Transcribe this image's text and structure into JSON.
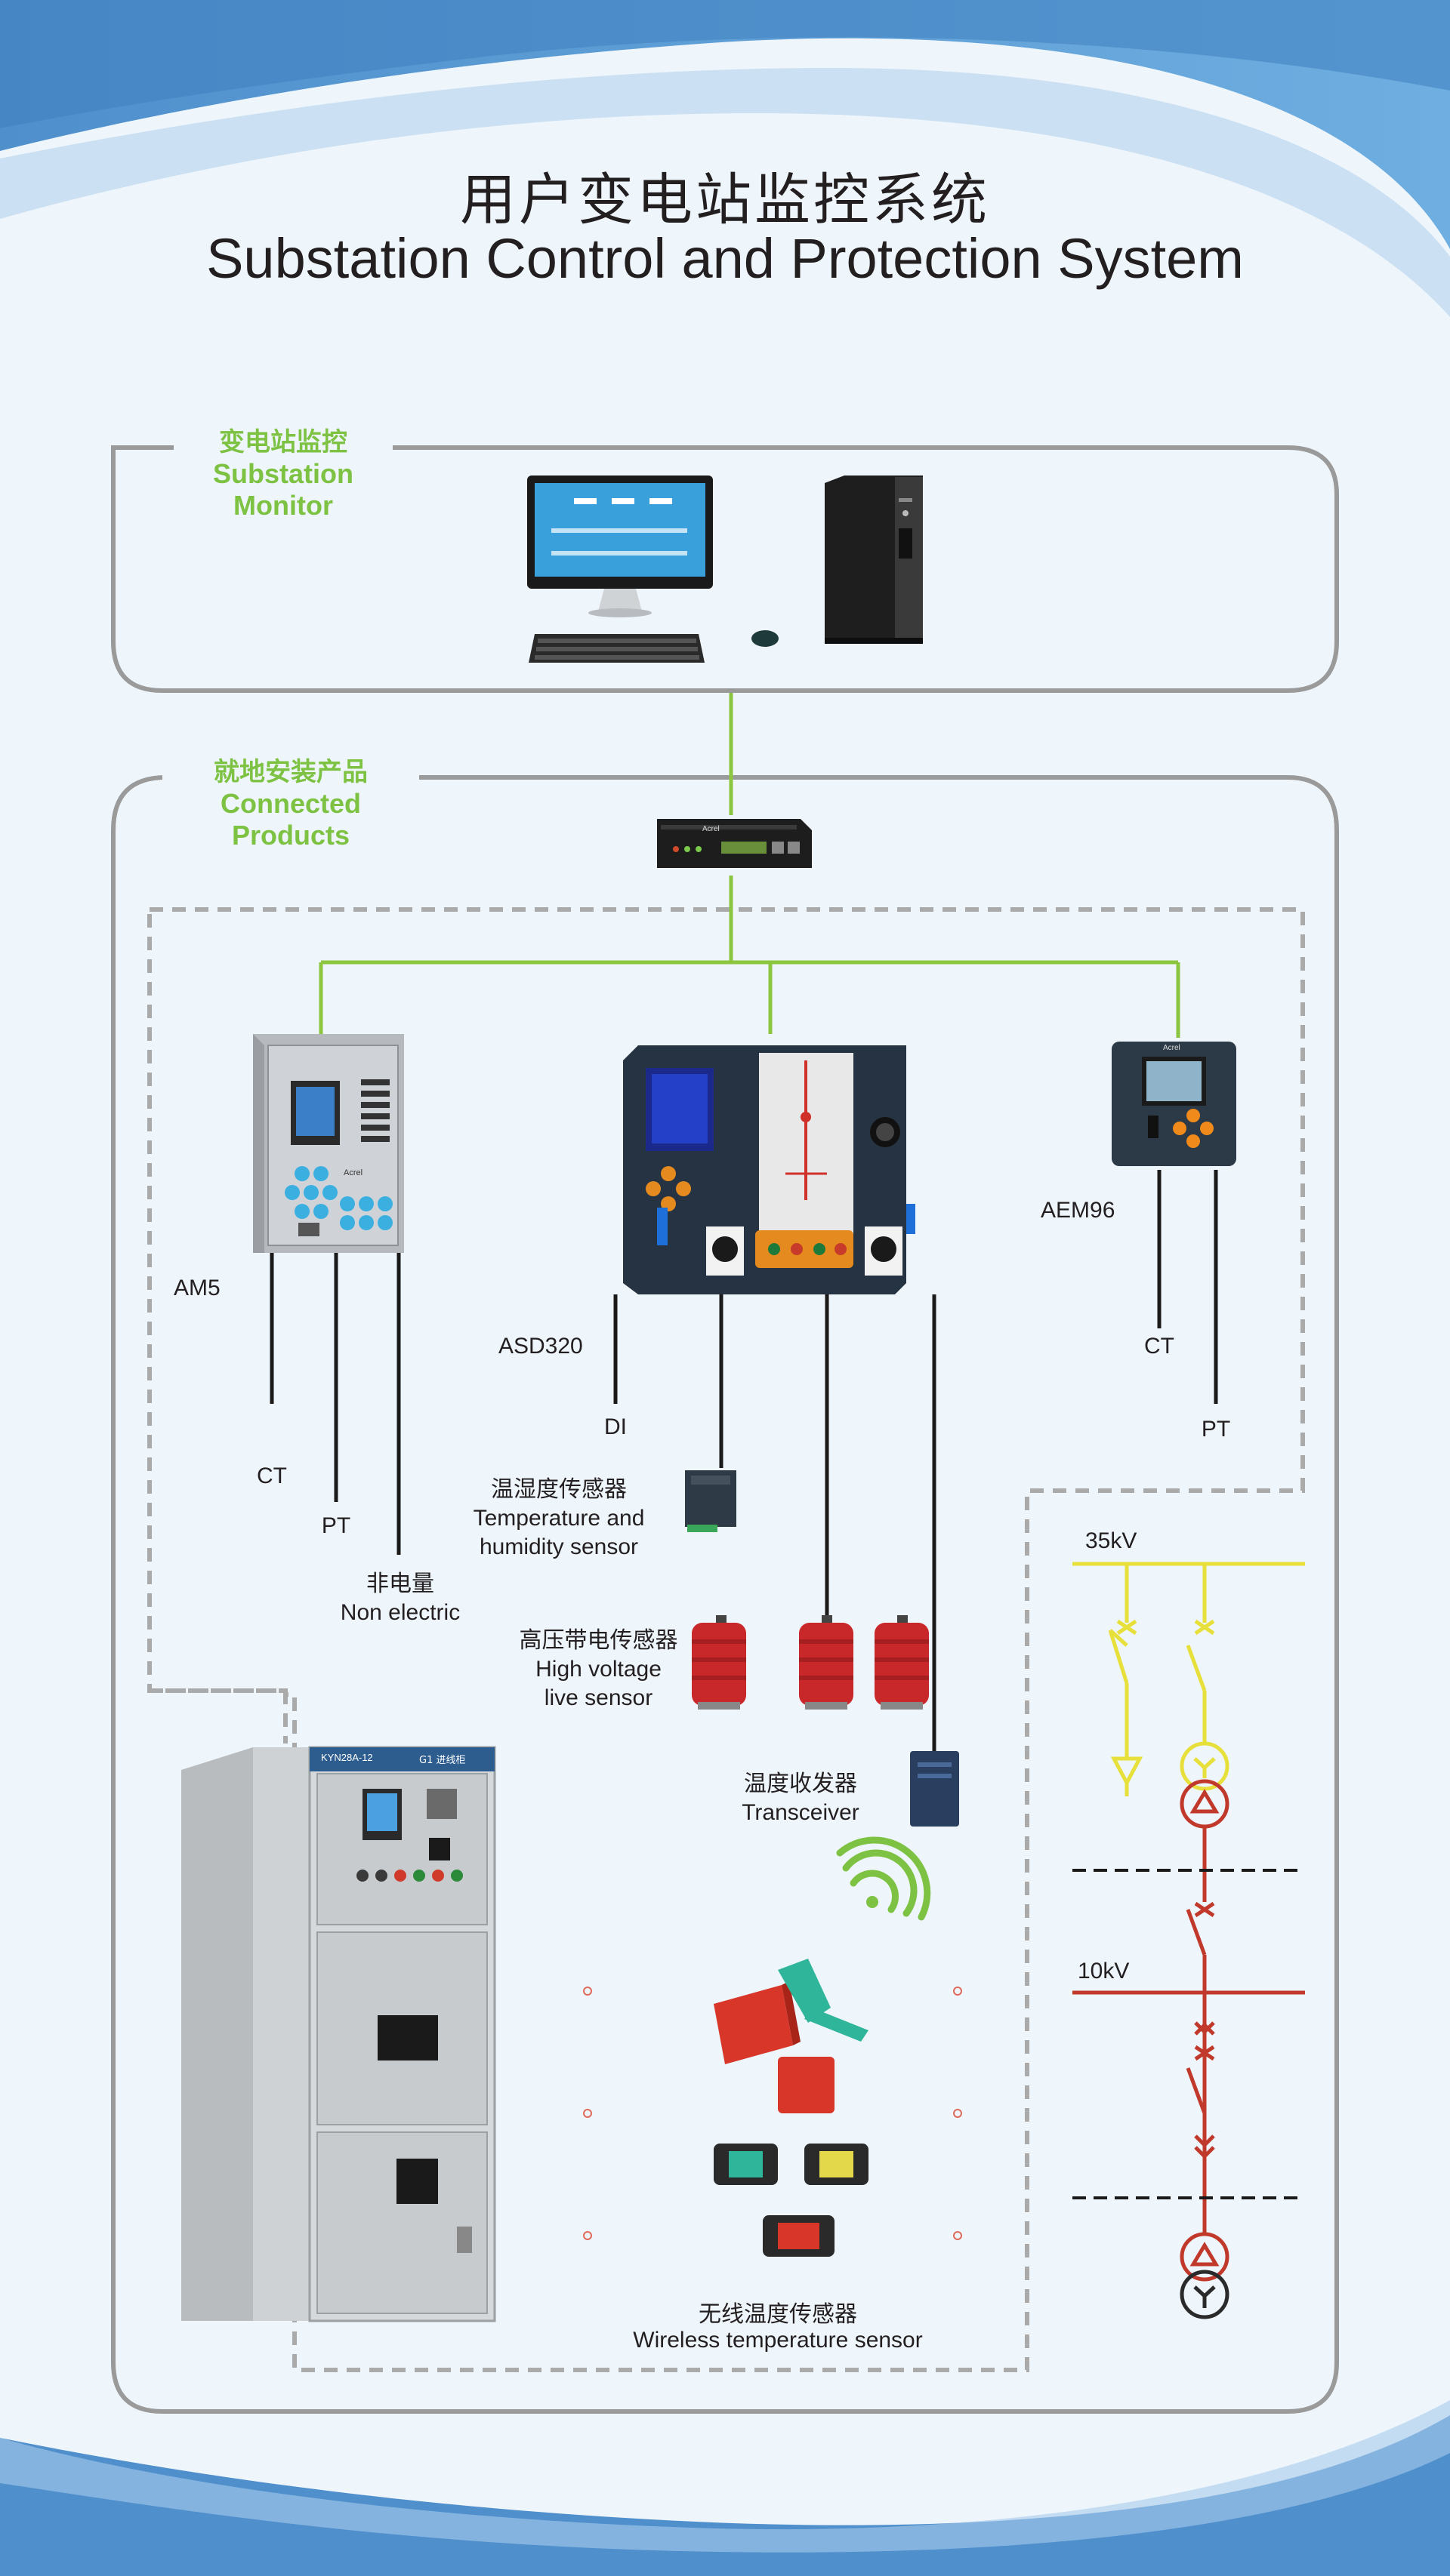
{
  "title": {
    "cn": "用户变电站监控系统",
    "en": "Substation Control and Protection System"
  },
  "sections": {
    "monitor": {
      "cn": "变电站监控",
      "en": "Substation Monitor"
    },
    "connected": {
      "cn": "就地安装产品",
      "en": "Connected Products"
    }
  },
  "devices": {
    "am5": {
      "model": "AM5",
      "brand": "Acrel"
    },
    "asd320": {
      "model": "ASD320"
    },
    "aem96": {
      "model": "AEM96",
      "brand": "Acrel"
    },
    "gateway": {
      "brand": "Acrel"
    },
    "switchgear": {
      "nameplate": "KYN28A-12",
      "panel_label": "G1 进线柜"
    }
  },
  "labels": {
    "ct": "CT",
    "pt": "PT",
    "di": "DI",
    "non_electric": {
      "cn": "非电量",
      "en": "Non electric"
    },
    "temp_humidity": {
      "cn": "温湿度传感器",
      "en1": "Temperature and",
      "en2": "humidity sensor"
    },
    "hv_live": {
      "cn": "高压带电传感器",
      "en1": "High voltage",
      "en2": "live sensor"
    },
    "transceiver": {
      "cn": "温度收发器",
      "en": "Transceiver"
    },
    "wireless_temp": {
      "cn": "无线温度传感器",
      "en": "Wireless temperature sensor"
    }
  },
  "single_line": {
    "v35": "35kV",
    "v10": "10kV"
  },
  "colors": {
    "green_line": "#8cc63f",
    "section_green": "#7dc242",
    "frame_gray": "#9a9a9a",
    "kv35_yellow": "#e8e03a",
    "kv10_red": "#c0392b",
    "background_blue": "#5b9bd5"
  }
}
